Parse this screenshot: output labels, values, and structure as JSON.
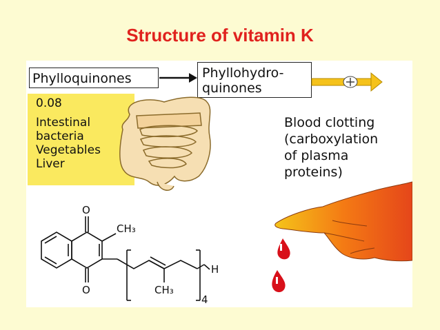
{
  "title": "Structure of vitamin K",
  "source_box": {
    "label": "Phylloquinones"
  },
  "product_box": {
    "line1": "Phyllohydro-",
    "line2": "quinones"
  },
  "sources": {
    "amount": "0.08",
    "items": [
      "Intestinal",
      "bacteria",
      "Vegetables",
      "Liver"
    ]
  },
  "function": {
    "lines": [
      "Blood clotting",
      "(carboxylation",
      "of plasma",
      "proteins)"
    ]
  },
  "structure": {
    "oxygen_top": "O",
    "oxygen_bottom": "O",
    "methyl_top": "CH₃",
    "methyl_side": "CH₃",
    "chain_end": "H",
    "repeat_count": "4"
  },
  "icons": [
    "right-arrow-icon",
    "plus-circle-icon",
    "intestine-icon",
    "hand-icon",
    "blood-drop-icon"
  ],
  "colors": {
    "title": "#e0221e",
    "highlight": "#fae95f",
    "arrow": "#f5c21b",
    "blood": "#d8101a"
  }
}
